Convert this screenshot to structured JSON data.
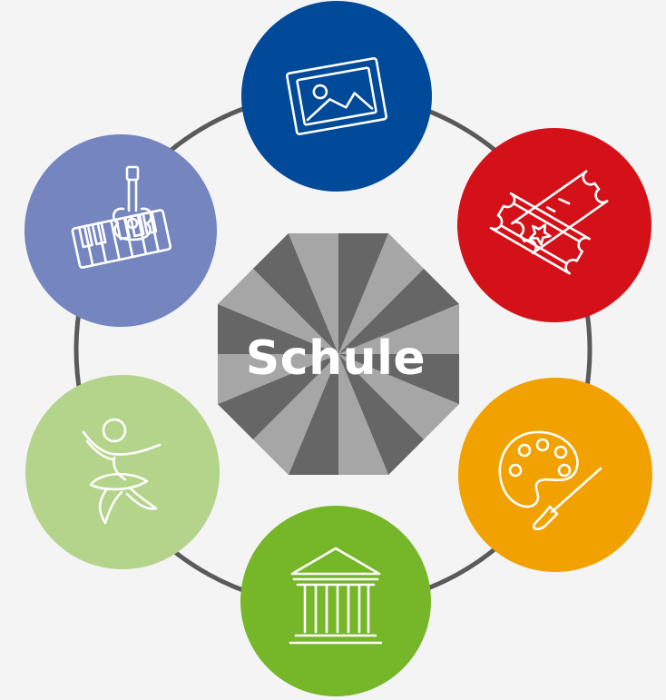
{
  "center": {
    "label": "Schule"
  },
  "colors": {
    "background": "#f4f4f4",
    "ring": "#5a5a5a",
    "octagon_light": "#a6a6a6",
    "octagon_dark": "#666666"
  },
  "nodes": [
    {
      "id": "bildende-kunst",
      "icon": "framed-picture-icon",
      "color": "#004a99"
    },
    {
      "id": "theater",
      "icon": "tickets-icon",
      "color": "#d41118"
    },
    {
      "id": "malen",
      "icon": "palette-brush-icon",
      "color": "#f2a200"
    },
    {
      "id": "museum",
      "icon": "museum-building-icon",
      "color": "#76b72a"
    },
    {
      "id": "tanz",
      "icon": "dancer-icon",
      "color": "#b3d48a"
    },
    {
      "id": "musik",
      "icon": "guitar-keyboard-icon",
      "color": "#7485c0"
    }
  ]
}
